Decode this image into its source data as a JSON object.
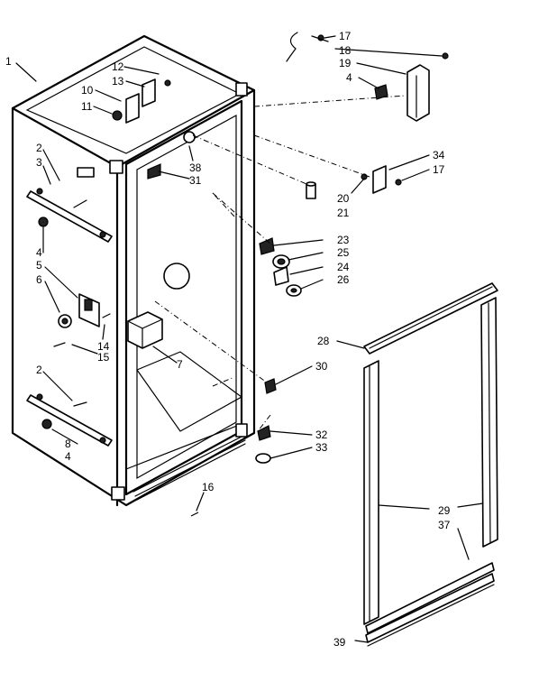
{
  "callouts": [
    {
      "id": "c1",
      "text": "1"
    },
    {
      "id": "c2a",
      "text": "2"
    },
    {
      "id": "c3",
      "text": "3"
    },
    {
      "id": "c4a",
      "text": "4"
    },
    {
      "id": "c5",
      "text": "5"
    },
    {
      "id": "c6",
      "text": "6"
    },
    {
      "id": "c2b",
      "text": "2"
    },
    {
      "id": "c8",
      "text": "8"
    },
    {
      "id": "c4b",
      "text": "4"
    },
    {
      "id": "c12",
      "text": "12"
    },
    {
      "id": "c13",
      "text": "13"
    },
    {
      "id": "c10",
      "text": "10"
    },
    {
      "id": "c11",
      "text": "11"
    },
    {
      "id": "c38",
      "text": "38"
    },
    {
      "id": "c31",
      "text": "31"
    },
    {
      "id": "c14",
      "text": "14"
    },
    {
      "id": "c15",
      "text": "15"
    },
    {
      "id": "c7",
      "text": "7"
    },
    {
      "id": "c16",
      "text": "16"
    },
    {
      "id": "c17a",
      "text": "17"
    },
    {
      "id": "c18",
      "text": "18"
    },
    {
      "id": "c19",
      "text": "19"
    },
    {
      "id": "c4c",
      "text": "4"
    },
    {
      "id": "c34",
      "text": "34"
    },
    {
      "id": "c17b",
      "text": "17"
    },
    {
      "id": "c20",
      "text": "20"
    },
    {
      "id": "c21",
      "text": "21"
    },
    {
      "id": "c23",
      "text": "23"
    },
    {
      "id": "c25",
      "text": "25"
    },
    {
      "id": "c24",
      "text": "24"
    },
    {
      "id": "c26",
      "text": "26"
    },
    {
      "id": "c28",
      "text": "28"
    },
    {
      "id": "c30",
      "text": "30"
    },
    {
      "id": "c32",
      "text": "32"
    },
    {
      "id": "c33",
      "text": "33"
    },
    {
      "id": "c29",
      "text": "29"
    },
    {
      "id": "c37",
      "text": "37"
    },
    {
      "id": "c39",
      "text": "39"
    }
  ]
}
